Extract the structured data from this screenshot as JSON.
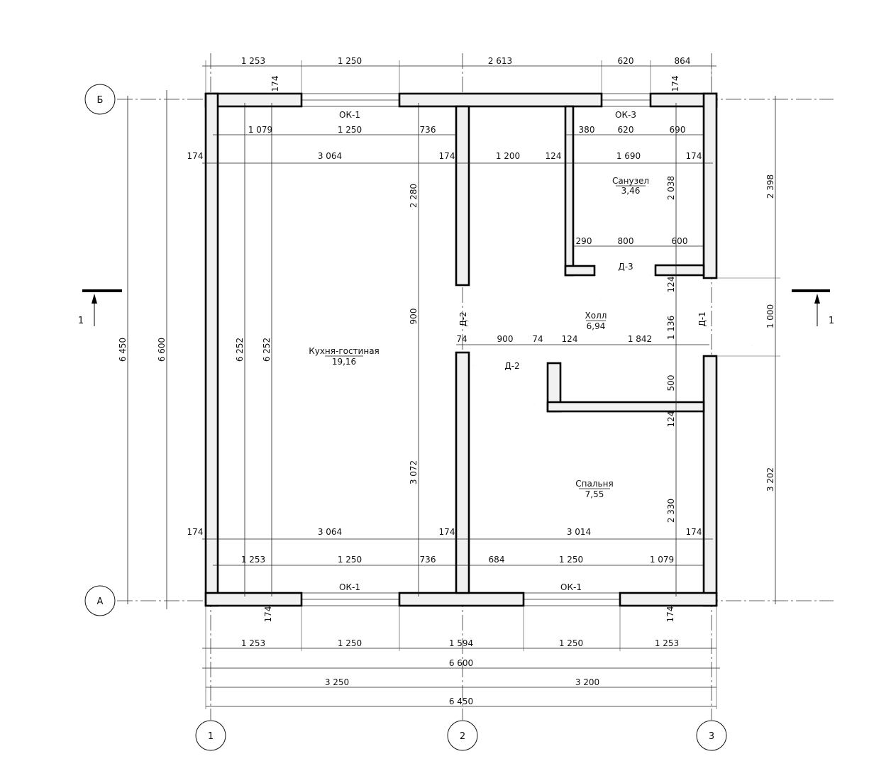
{
  "axes": {
    "rows": [
      "Б",
      "А"
    ],
    "cols": [
      "1",
      "2",
      "3"
    ]
  },
  "section": {
    "left": "1",
    "right": "1"
  },
  "rooms": {
    "kitchen": {
      "name": "Кухня-гостиная",
      "area": "19,16"
    },
    "bath": {
      "name": "Санузел",
      "area": "3,46"
    },
    "hall": {
      "name": "Холл",
      "area": "6,94"
    },
    "bedroom": {
      "name": "Спальня",
      "area": "7,55"
    }
  },
  "marks": {
    "ok1_top": "ОК-1",
    "ok3": "ОК-3",
    "ok1_b1": "ОК-1",
    "ok1_b2": "ОК-1",
    "d3": "Д-3",
    "d1": "Д-1",
    "d2_v": "Д-2",
    "d2_h": "Д-2"
  },
  "dims": {
    "top": [
      "1 253",
      "1 250",
      "2 613",
      "620",
      "864"
    ],
    "top_wall": [
      "174",
      "174"
    ],
    "row1": [
      "1 079",
      "1 250",
      "736",
      "380",
      "620",
      "690"
    ],
    "row2": [
      "174",
      "3 064",
      "174",
      "1 200",
      "124",
      "1 690",
      "174"
    ],
    "row3": [
      "290",
      "800",
      "600"
    ],
    "row4": [
      "74",
      "900",
      "74",
      "124",
      "1 842"
    ],
    "row5": [
      "174",
      "3 064",
      "174",
      "3 014",
      "174"
    ],
    "row6": [
      "1 253",
      "1 250",
      "736",
      "684",
      "1 250",
      "1 079"
    ],
    "bottom_wall": [
      "174",
      "174"
    ],
    "bottom1": [
      "1 253",
      "1 250",
      "1 594",
      "1 250",
      "1 253"
    ],
    "bottom_total": "6 600",
    "bottom2": [
      "3 250",
      "3 200"
    ],
    "bottom_axes": "6 450",
    "left": [
      "6 450",
      "6 600",
      "6 252",
      "6 252"
    ],
    "vert_mid": [
      "2 280",
      "900",
      "3 072"
    ],
    "vert_right_inner": [
      "2 038",
      "124",
      "1 136",
      "500",
      "124",
      "2 330"
    ],
    "right": [
      "2 398",
      "1 000",
      "3 202"
    ]
  }
}
